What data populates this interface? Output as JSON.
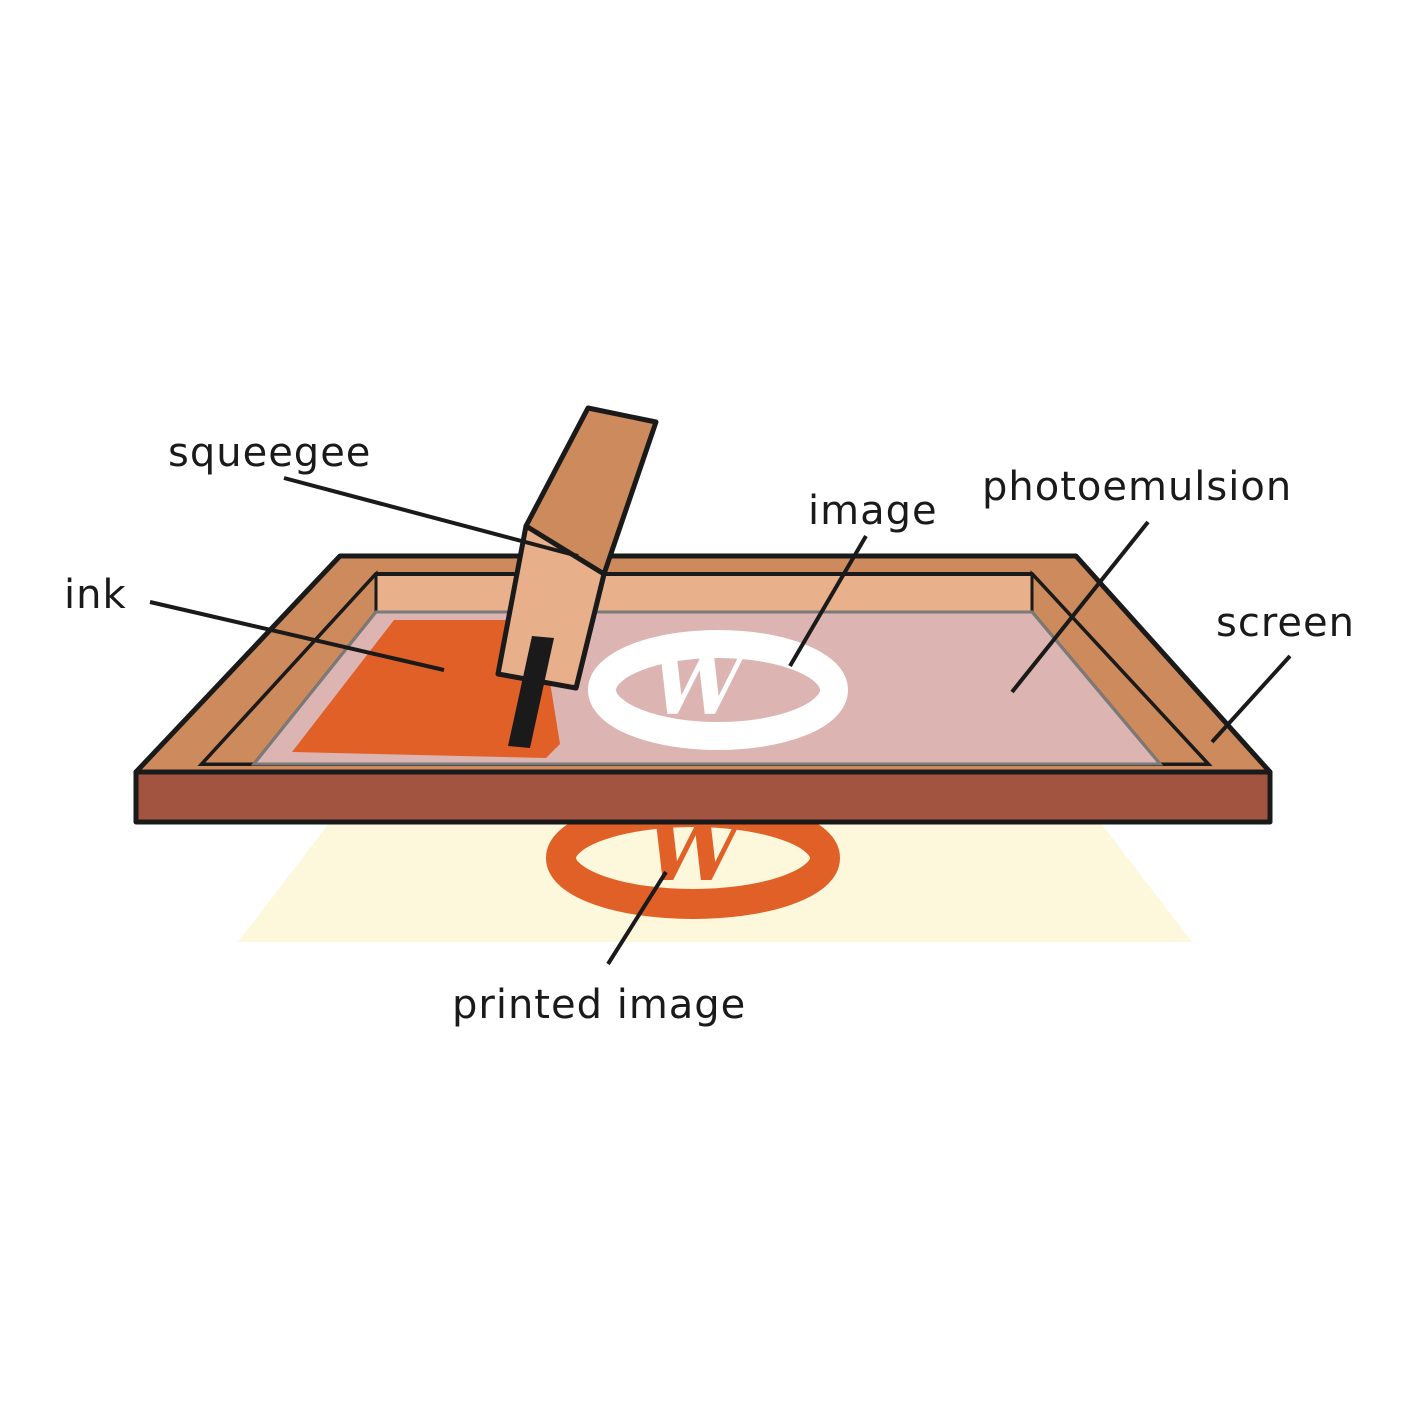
{
  "labels": {
    "squeegee": "squeegee",
    "ink": "ink",
    "image": "image",
    "photoemulsion": "photoemulsion",
    "screen": "screen",
    "printed_image": "printed image"
  },
  "colors": {
    "frame_outer": "#cd8a5c",
    "frame_front": "#a35441",
    "frame_inner": "#e8b08b",
    "emulsion": "#dcb5b3",
    "ink": "#e06027",
    "paper": "#fdf7dc",
    "squeegee_front": "#e7b08a",
    "squeegee_side": "#cd8a5c",
    "blade": "#1a1a1a",
    "stencil_white": "#ffffff",
    "leader_line": "#1a1a1a"
  },
  "icons": {
    "stencil_glyph": "W"
  }
}
